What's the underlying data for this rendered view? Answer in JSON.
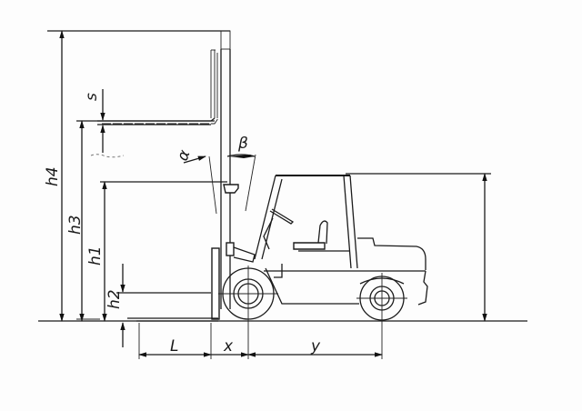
{
  "diagram": {
    "subject": "Forklift truck dimension drawing",
    "colors": {
      "ink": "#1b1b1b",
      "paper": "#fdfdfd"
    },
    "dimensions": {
      "vertical": [
        {
          "id": "h4",
          "label": "h4",
          "description": "overall height, mast extended"
        },
        {
          "id": "h3",
          "label": "h3",
          "description": "max lift height"
        },
        {
          "id": "h1",
          "label": "h1",
          "description": "mast height lowered"
        },
        {
          "id": "h2",
          "label": "h2",
          "description": "free lift"
        },
        {
          "id": "s",
          "label": "s",
          "description": "fork thickness"
        },
        {
          "id": "overhead",
          "label": "",
          "description": "overhead guard height"
        }
      ],
      "horizontal": [
        {
          "id": "L",
          "label": "L",
          "description": "fork length"
        },
        {
          "id": "x",
          "label": "x",
          "description": "load distance"
        },
        {
          "id": "y",
          "label": "y",
          "description": "wheelbase"
        }
      ],
      "angles": [
        {
          "id": "alpha",
          "label": "α",
          "description": "mast tilt forward"
        },
        {
          "id": "beta",
          "label": "β",
          "description": "mast tilt backward"
        }
      ]
    }
  }
}
